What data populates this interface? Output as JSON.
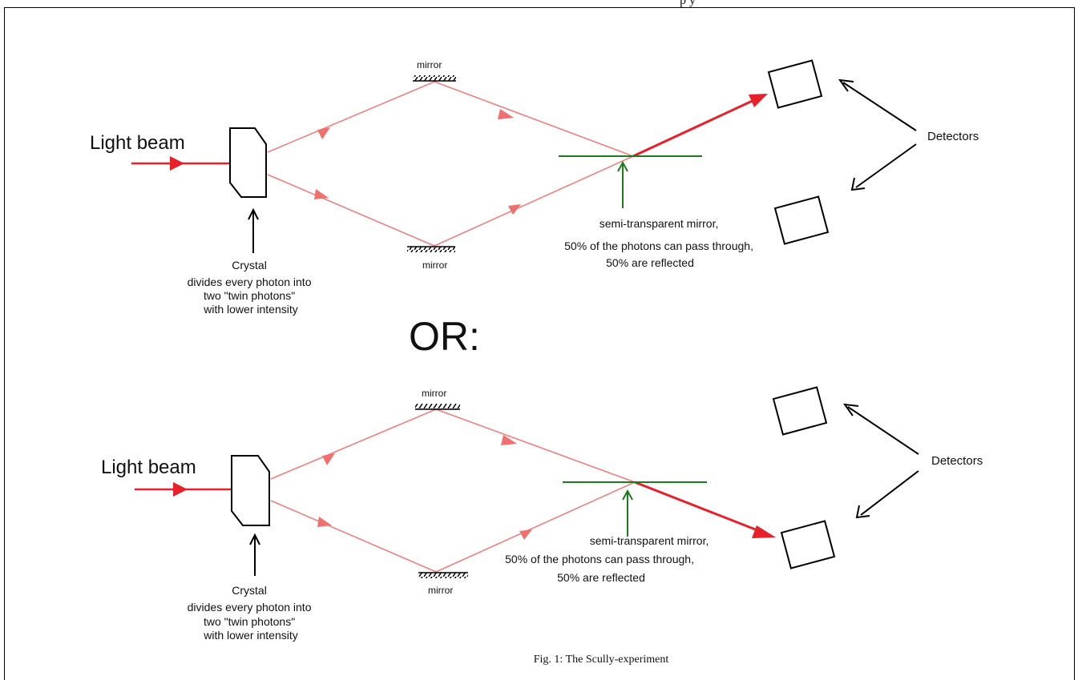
{
  "header_fragment": "p y",
  "caption": "Fig. 1: The Scully-experiment",
  "or_label": "OR:",
  "panels": [
    {
      "light_beam": "Light beam",
      "mirror_top": "mirror",
      "mirror_bottom": "mirror",
      "crystal_lines": [
        "Crystal",
        "divides every photon into",
        "two \"twin photons\"",
        "with lower intensity"
      ],
      "semi_lines": [
        "semi-transparent mirror,",
        "50% of the photons can pass through,",
        "50% are reflected"
      ],
      "detectors": "Detectors"
    },
    {
      "light_beam": "Light beam",
      "mirror_top": "mirror",
      "mirror_bottom": "mirror",
      "crystal_lines": [
        "Crystal",
        "divides  every photon into",
        "two \"twin photons\"",
        "with lower intensity"
      ],
      "semi_lines": [
        "semi-transparent mirror,",
        "50% of the photons can pass through,",
        "50% are reflected"
      ],
      "detectors": "Detectors"
    }
  ],
  "colors": {
    "beam": "#e8202a",
    "split_beam": "#f08080",
    "semi_mirror": "#1e7a1e",
    "outline": "#000000"
  }
}
